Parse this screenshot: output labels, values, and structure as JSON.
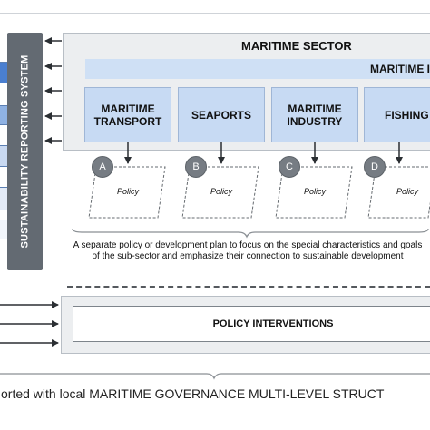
{
  "reporting_system_label": "SUSTAINABILITY REPORTING SYSTEM",
  "sector_title": "MARITIME SECTOR",
  "band_label": "MARITIME I",
  "subsectors": [
    {
      "label": "MARITIME\nTRANSPORT"
    },
    {
      "label": "SEAPORTS"
    },
    {
      "label": "MARITIME\nINDUSTRY"
    },
    {
      "label": "FISHING"
    }
  ],
  "policies": [
    {
      "letter": "A",
      "label": "Policy"
    },
    {
      "letter": "B",
      "label": "Policy"
    },
    {
      "letter": "C",
      "label": "Policy"
    },
    {
      "letter": "D",
      "label": "Policy"
    }
  ],
  "caption": "A separate policy or development plan to focus on the special characteristics and goals of the sub-sector and emphasize their connection to sustainable development",
  "interventions_label": "POLICY INTERVENTIONS",
  "footer": "orted with local MARITIME GOVERNANCE MULTI-LEVEL STRUCT"
}
